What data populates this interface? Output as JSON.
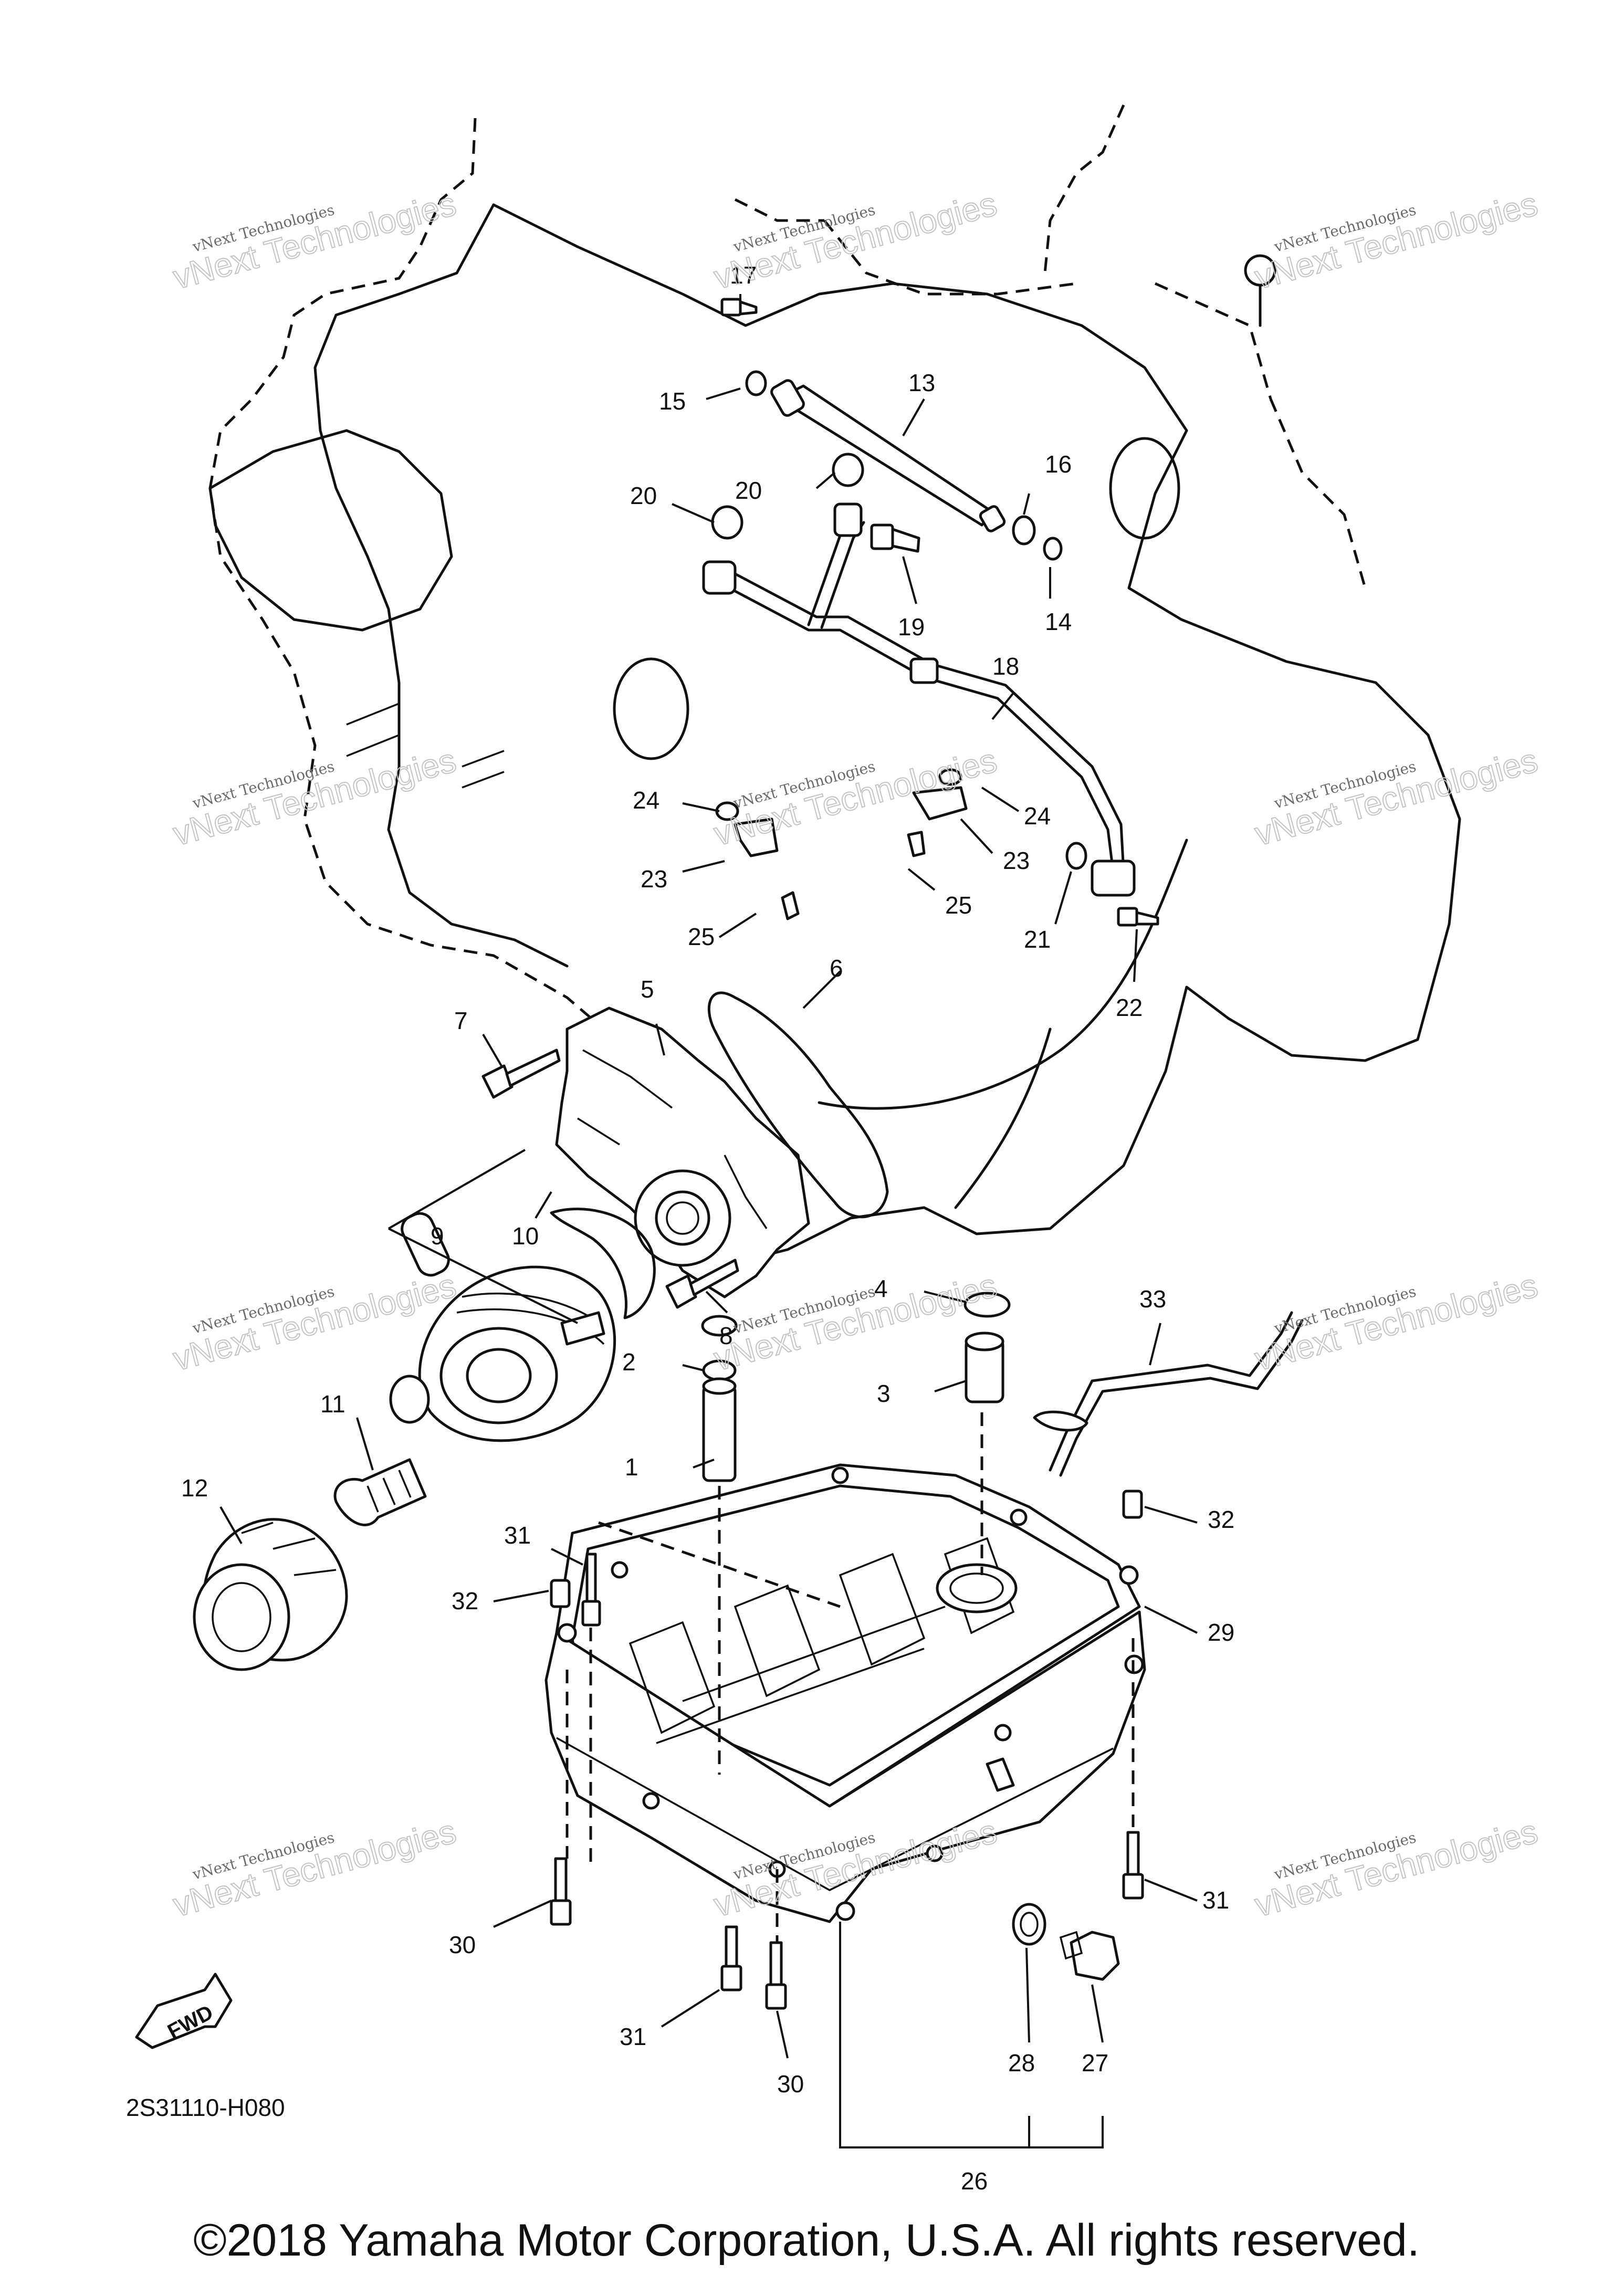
{
  "diagram": {
    "part_number": "2S31110-H080",
    "fwd_label": "FWD",
    "copyright": "©2018 Yamaha Motor Corporation, U.S.A. All rights reserved.",
    "watermark": {
      "line1": "vNext Technologies",
      "line2": "vNext Technologies"
    },
    "callouts": [
      {
        "n": "1"
      },
      {
        "n": "2"
      },
      {
        "n": "3"
      },
      {
        "n": "4"
      },
      {
        "n": "5"
      },
      {
        "n": "6"
      },
      {
        "n": "7"
      },
      {
        "n": "8"
      },
      {
        "n": "9"
      },
      {
        "n": "10"
      },
      {
        "n": "11"
      },
      {
        "n": "12"
      },
      {
        "n": "13"
      },
      {
        "n": "14"
      },
      {
        "n": "15"
      },
      {
        "n": "16"
      },
      {
        "n": "17"
      },
      {
        "n": "18"
      },
      {
        "n": "19"
      },
      {
        "n": "20"
      },
      {
        "n": "20"
      },
      {
        "n": "21"
      },
      {
        "n": "22"
      },
      {
        "n": "23"
      },
      {
        "n": "23"
      },
      {
        "n": "24"
      },
      {
        "n": "24"
      },
      {
        "n": "25"
      },
      {
        "n": "25"
      },
      {
        "n": "26"
      },
      {
        "n": "27"
      },
      {
        "n": "28"
      },
      {
        "n": "29"
      },
      {
        "n": "30"
      },
      {
        "n": "30"
      },
      {
        "n": "31"
      },
      {
        "n": "31"
      },
      {
        "n": "31"
      },
      {
        "n": "32"
      },
      {
        "n": "32"
      },
      {
        "n": "33"
      }
    ]
  }
}
